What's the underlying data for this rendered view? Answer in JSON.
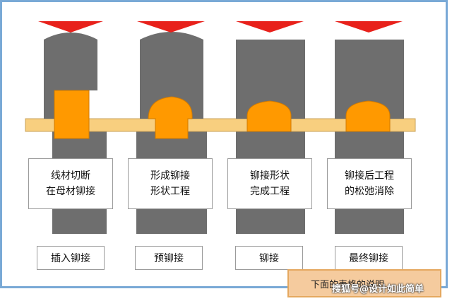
{
  "columns": [
    {
      "description": "线材切断\n在母材铆接",
      "stage_label": "插入铆接"
    },
    {
      "description": "形成铆接\n形状工程",
      "stage_label": "预铆接"
    },
    {
      "description": "铆接形状\n完成工程",
      "stage_label": "铆接"
    },
    {
      "description": "铆接后工程\n的松弛消除",
      "stage_label": "最终铆接"
    }
  ],
  "note": {
    "text": "下面的表格的说明"
  },
  "watermark": {
    "text": "搜狐号@设计如此简单"
  },
  "colors": {
    "arrow": "#e8211b",
    "die": "#6e6e6e",
    "plate": "#f8cf7f",
    "rivet": "#ff9900"
  }
}
